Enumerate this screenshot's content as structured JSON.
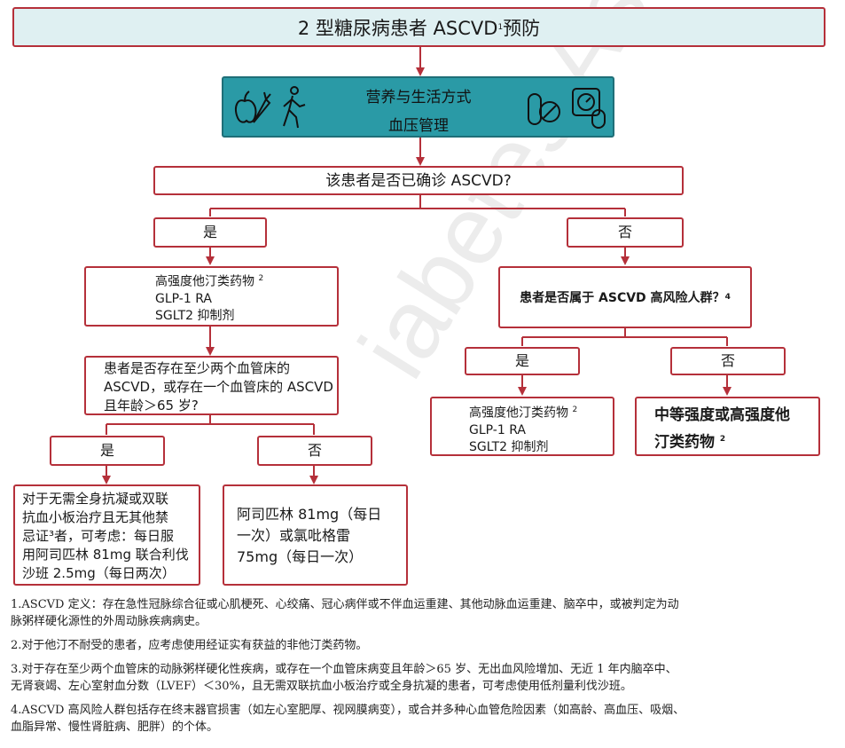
{
  "watermark": "iabetes Association",
  "title": {
    "text": "2 型糖尿病患者 ASCVD",
    "sup": "1",
    "suffix": "预防"
  },
  "lifestyle": {
    "line1": "营养与生活方式",
    "line2": "血压管理"
  },
  "icons": [
    "apple-carrot-icon",
    "walking-person-icon",
    "no-smoking-icon",
    "bp-monitor-icon"
  ],
  "q_ascvd": "该患者是否已确诊 ASCVD?",
  "yes": "是",
  "no": "否",
  "left_yes_box": {
    "l1": "高强度他汀类药物",
    "l1_sup": "2",
    "l2": "GLP-1 RA",
    "l3": "SGLT2 抑制剂"
  },
  "q_vascular": {
    "l1": "患者是否存在至少两个血管床的",
    "l2": "ASCVD，或存在一个血管床的 ASCVD",
    "l3": "且年龄＞65 岁?"
  },
  "left_yes2": "是",
  "left_no2": "否",
  "rivaroxaban_box": {
    "l1": "对于无需全身抗凝或双联",
    "l2": "抗血小板治疗且无其他禁",
    "l3": "忌证³者，可考虑：每日服",
    "l4": "用阿司匹林 81mg 联合利伐",
    "l5": "沙班 2.5mg（每日两次）"
  },
  "aspirin_box": {
    "l1": "阿司匹林 81mg（每日",
    "l2": "一次）或氯吡格雷",
    "l3": "75mg（每日一次）"
  },
  "q_high_risk": {
    "text": "患者是否属于 ASCVD 高风险人群？",
    "sup": "4"
  },
  "right_yes2": "是",
  "right_no2": "否",
  "right_statin_box": {
    "l1": "高强度他汀类药物",
    "l1_sup": "2",
    "l2": "GLP-1 RA",
    "l3": "SGLT2 抑制剂"
  },
  "moderate_box": {
    "l1": "中等强度或高强度他",
    "l2": "汀类药物",
    "l2_sup": "2"
  },
  "notes": {
    "n1a": "1.ASCVD 定义：存在急性冠脉综合征或心肌梗死、心绞痛、冠心病伴或不伴血运重建、其他动脉血运重建、脑卒中，或被判定为动",
    "n1b": "脉粥样硬化源性的外周动脉疾病病史。",
    "n2": "2.对于他汀不耐受的患者，应考虑使用经证实有获益的非他汀类药物。",
    "n3a": "3.对于存在至少两个血管床的动脉粥样硬化性疾病，或存在一个血管床病变且年龄＞65 岁、无出血风险增加、无近 1 年内脑卒中、",
    "n3b": "无肾衰竭、左心室射血分数（LVEF）＜30%，且无需双联抗血小板治疗或全身抗凝的患者，可考虑使用低剂量利伐沙班。",
    "n4a": "4.ASCVD 高风险人群包括存在终末器官损害（如左心室肥厚、视网膜病变），或合并多种心血管危险因素（如高龄、高血压、吸烟、",
    "n4b": "血脂异常、慢性肾脏病、肥胖）的个体。"
  },
  "colors": {
    "border": "#b5303a",
    "arrow": "#b5303a",
    "teal": "#2a9aa6",
    "title_bg": "#dff0f2"
  }
}
